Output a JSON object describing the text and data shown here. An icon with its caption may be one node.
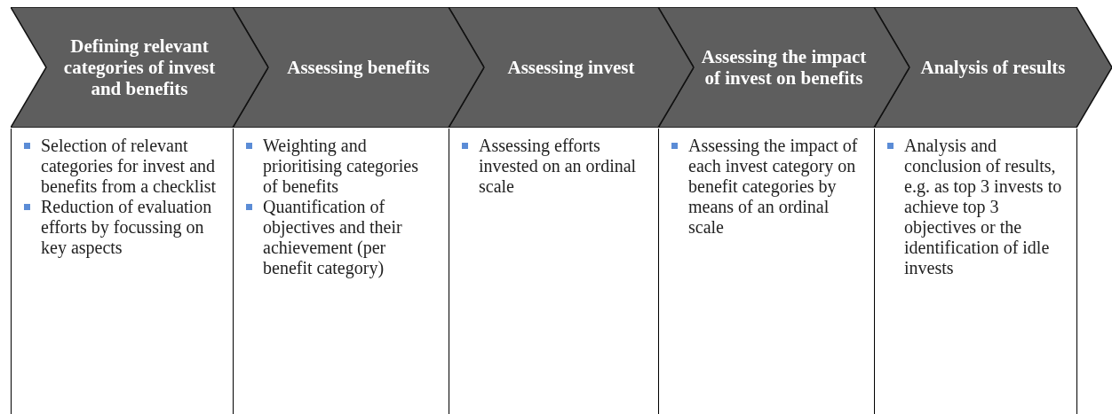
{
  "diagram": {
    "nodes": [
      {
        "text": [
          "Defining relevant categories of invest and benefits"
        ]
      },
      {
        "text": [
          "Assessing benefits"
        ]
      },
      {
        "text": [
          "Assessing invest"
        ]
      },
      {
        "text": [
          "Assessing the impact of invest on benefits"
        ]
      },
      {
        "text": [
          "Analysis of results"
        ]
      },
      {
        "text": [
          "Selection of relevant categories for invest and benefits from a checklist",
          "Reduction of evaluation efforts by focussing on key aspects"
        ]
      },
      {
        "text": [
          "Weighting and prioritising categories of benefits",
          "Quantification of objectives and their achievement (per benefit category)"
        ]
      },
      {
        "text": [
          "Assessing efforts invested on an ordinal scale"
        ]
      },
      {
        "text": [
          "Assessing the impact of each invest category on benefit categories by means of an ordinal scale"
        ]
      },
      {
        "text": [
          "Analysis and conclusion of results, e.g. as top 3 invests to achieve top 3 objectives or the identification of idle invests"
        ]
      }
    ],
    "edges": []
  }
}
